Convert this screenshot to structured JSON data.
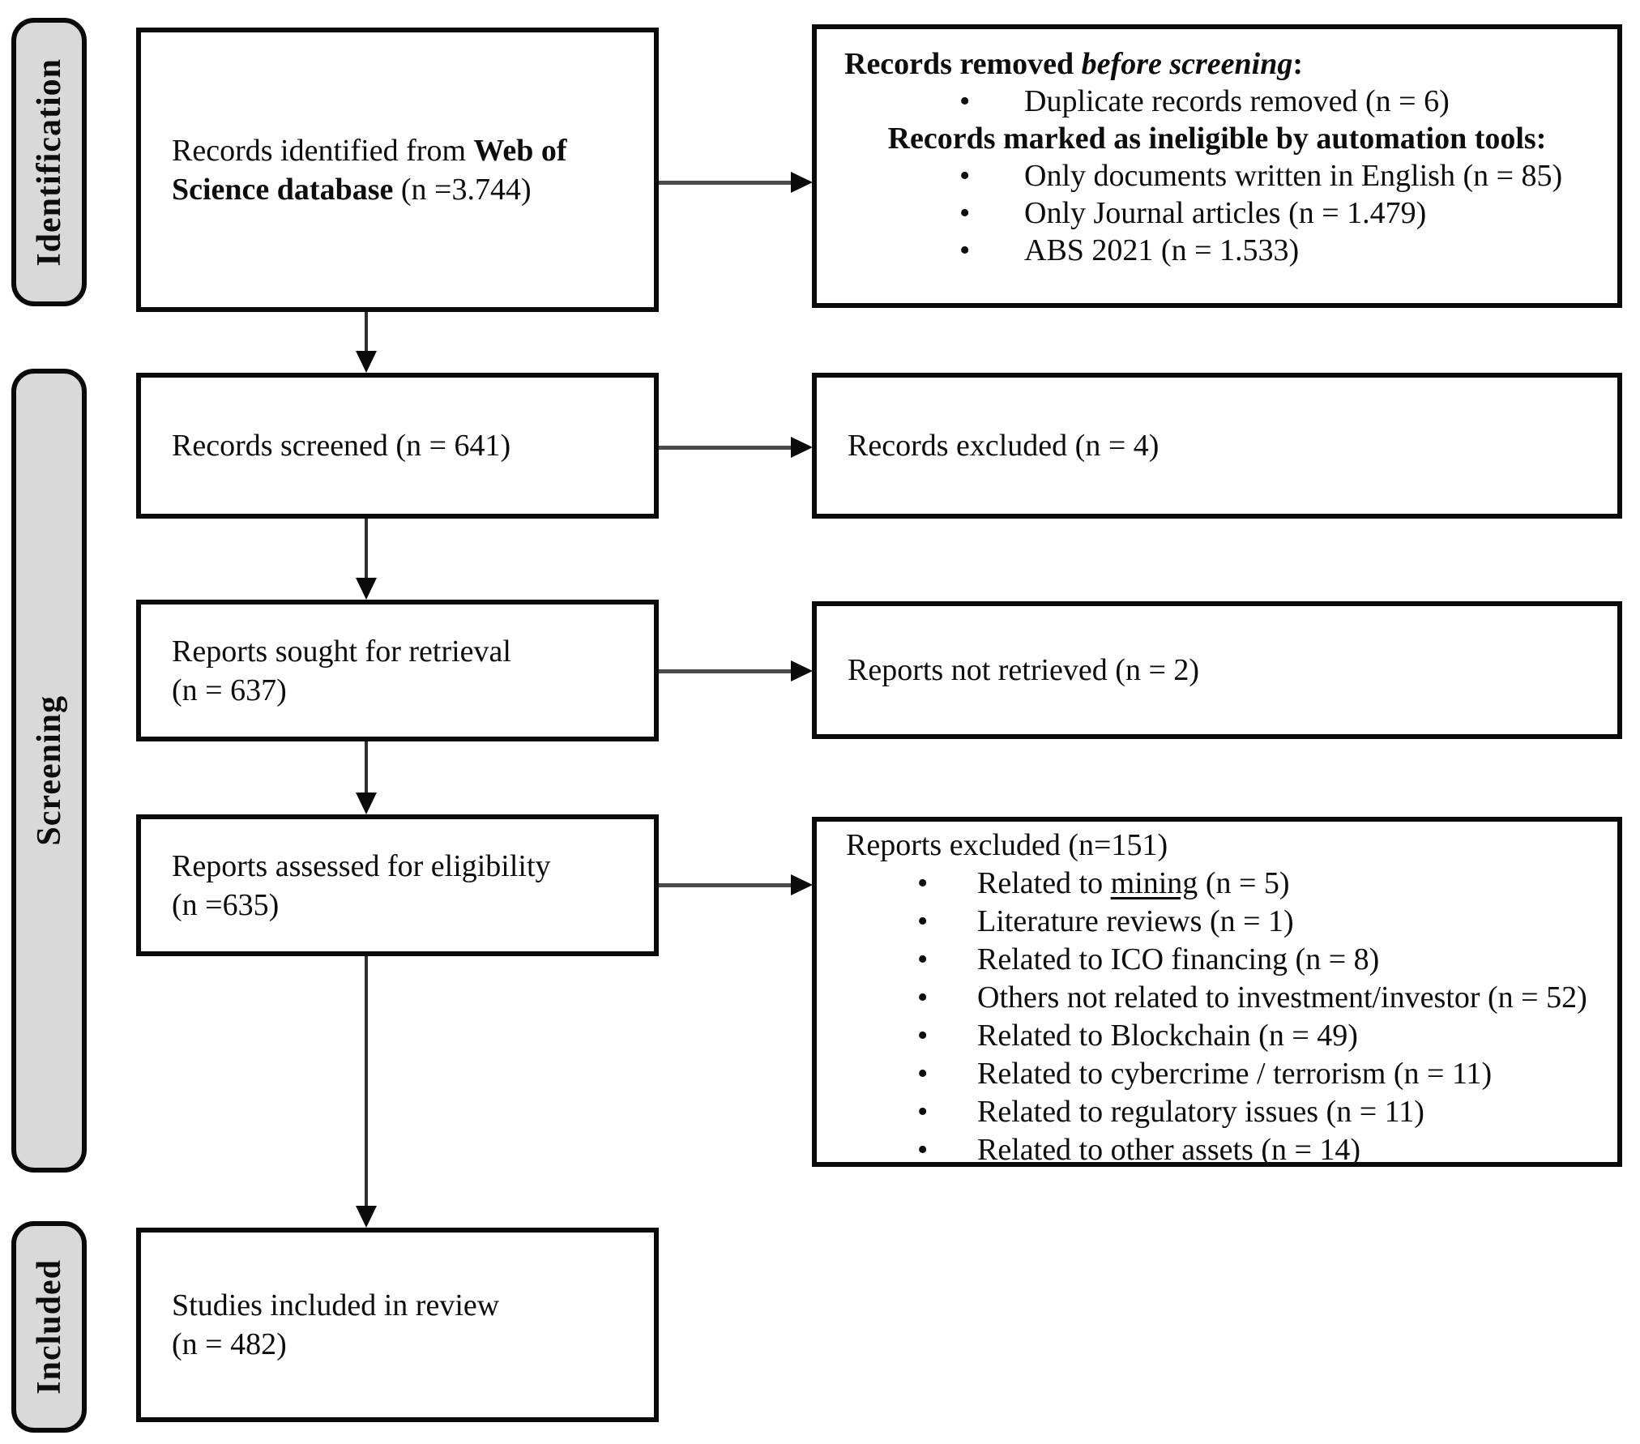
{
  "figure": {
    "type": "prisma-flow-diagram",
    "colors": {
      "sidebar_fill": "#d9d9d9",
      "box_border": "#000000",
      "arrow": "#333333",
      "background": "#ffffff"
    },
    "stages": {
      "identification": "Identification",
      "screening": "Screening",
      "included": "Included"
    },
    "boxes": {
      "records_identified": {
        "prefix": "Records identified from ",
        "bold": "Web of Science database",
        "suffix": " (n =3.744)"
      },
      "records_removed": {
        "header_prefix": "Records removed ",
        "header_italic": "before screening",
        "header_suffix": ":",
        "bullets_top": [
          "Duplicate records removed (n = 6)"
        ],
        "subheader": "Records marked as ineligible by automation tools:",
        "bullets_bottom": [
          "Only documents written in English (n = 85)",
          "Only Journal articles (n = 1.479)",
          "ABS 2021 (n = 1.533)"
        ]
      },
      "records_screened": {
        "text": "Records screened (n = 641)"
      },
      "records_excluded": {
        "text": "Records excluded (n = 4)"
      },
      "reports_sought": {
        "line1": "Reports sought for retrieval",
        "line2": "(n = 637)"
      },
      "reports_not_retrieved": {
        "text": "Reports not retrieved (n = 2)"
      },
      "reports_assessed": {
        "line1": "Reports assessed for eligibility",
        "line2": "(n =635)"
      },
      "reports_excluded": {
        "header": "Reports excluded (n=151)",
        "bullets": [
          {
            "prefix": "Related to ",
            "underline": "mining",
            "suffix": " (n = 5)"
          },
          {
            "text": "Literature reviews (n = 1)"
          },
          {
            "text": "Related to ICO financing (n = 8)"
          },
          {
            "text": "Others not related to investment/investor (n = 52)"
          },
          {
            "text": "Related to Blockchain (n = 49)"
          },
          {
            "text": "Related to cybercrime / terrorism (n = 11)"
          },
          {
            "text": "Related to regulatory issues (n = 11)"
          },
          {
            "text": "Related to other assets (n = 14)"
          }
        ]
      },
      "studies_included": {
        "line1": "Studies included in review",
        "line2": "(n = 482)"
      }
    },
    "bullet_glyph": "•"
  }
}
